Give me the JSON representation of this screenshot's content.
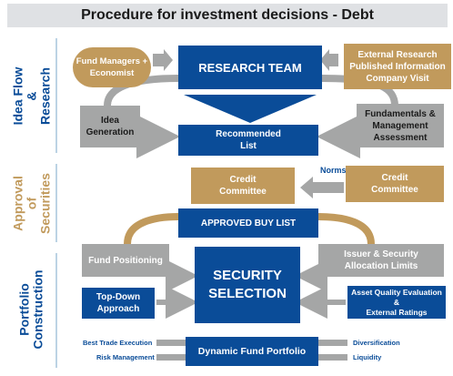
{
  "title": "Procedure for investment decisions - Debt",
  "sections": {
    "idea": "Idea Flow &\nResearch",
    "approval": "Approval\nof Securities",
    "portfolio": "Portfolio\nConstruction"
  },
  "boxes": {
    "fund_managers": "Fund Managers +\nEconomist",
    "research_team": "RESEARCH TEAM",
    "external_research": "External Research\nPublished Information\nCompany Visit",
    "idea_generation": "Idea\nGeneration",
    "recommended_list": "Recommended\nList",
    "fundamentals": "Fundamentals &\nManagement\nAssessment",
    "credit_committee_left": "Credit\nCommittee",
    "norms": "Norms",
    "credit_committee_right": "Credit\nCommittee",
    "approved_buy_list": "APPROVED BUY LIST",
    "fund_positioning": "Fund Positioning",
    "issuer_limits": "Issuer & Security\nAllocation Limits",
    "security_selection": "SECURITY\nSELECTION",
    "top_down": "Top-Down\nApproach",
    "asset_quality": "Asset Quality Evaluation &\nExternal Ratings",
    "dynamic_portfolio": "Dynamic Fund Portfolio"
  },
  "labels": {
    "best_trade": "Best Trade  Execution",
    "risk_management": "Risk Management",
    "diversification": "Diversification",
    "liquidity": "Liquidity"
  },
  "colors": {
    "blue": "#0a4c98",
    "gold": "#c19a5c",
    "gray": "#a5a6a6",
    "title_bg": "#dfe1e4"
  }
}
